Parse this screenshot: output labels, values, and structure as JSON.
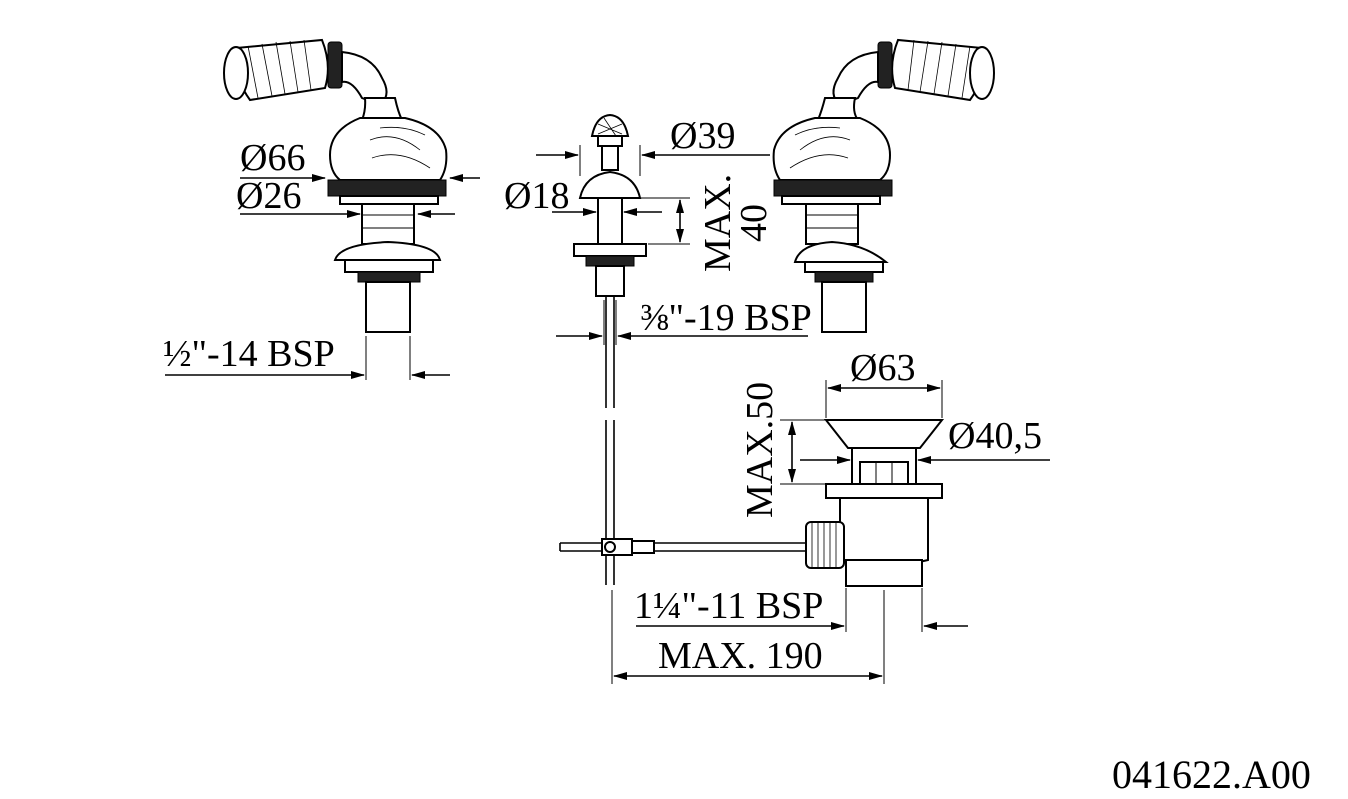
{
  "labels": {
    "d66": "Ø66",
    "d26": "Ø26",
    "half_bsp": "½\"-14 BSP",
    "d39": "Ø39",
    "d18": "Ø18",
    "max40_a": "MAX.",
    "max40_b": "40",
    "three_eighths_bsp": "⅜\"-19 BSP",
    "d63": "Ø63",
    "d40_5": "Ø40,5",
    "max50": "MAX.50",
    "one_quarter_bsp": "1¼\"-11 BSP",
    "max190": "MAX. 190"
  },
  "drawing_code": "041622.A00",
  "colors": {
    "line": "#000000",
    "background": "#ffffff"
  }
}
